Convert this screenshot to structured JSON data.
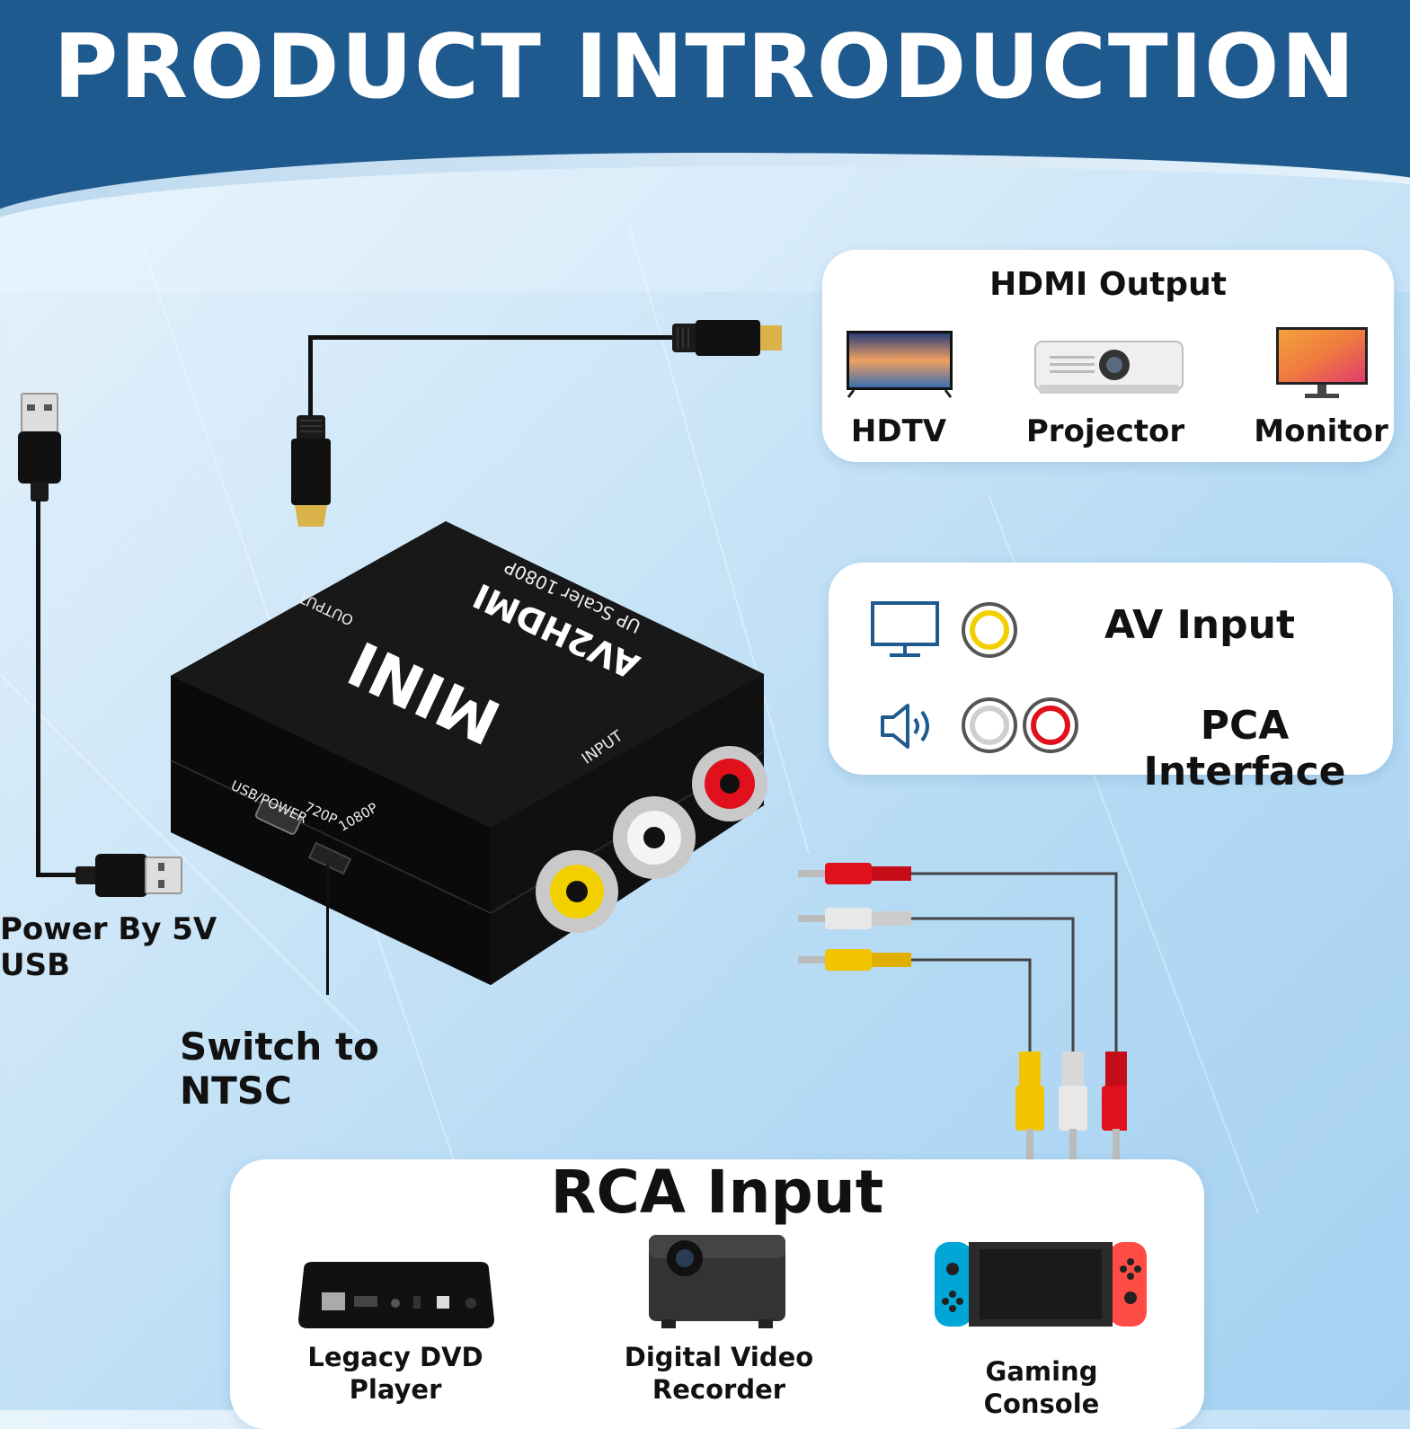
{
  "header": {
    "title": "PRODUCT INTRODUCTION"
  },
  "hdmi_output": {
    "title": "HDMI Output",
    "devices": [
      "HDTV",
      "Projector",
      "Monitor"
    ]
  },
  "av_panel": {
    "av_input_label": "AV Input",
    "audio_label": "PCA Interface"
  },
  "device": {
    "brand": "MINI",
    "model": "AV2HDMI",
    "subtitle": "UP Scaler 1080P",
    "output_label": "OUTPUT",
    "input_label": "INPUT",
    "usb_label": "USB/POWER",
    "res_720": "720P",
    "res_1080": "1080P"
  },
  "callouts": {
    "power": "Power By 5V USB",
    "switch": "Switch to NTSC"
  },
  "rca_input": {
    "title": "RCA Input",
    "devices": [
      {
        "line1": "Legacy DVD",
        "line2": "Player"
      },
      {
        "line1": "Digital Video",
        "line2": "Recorder"
      },
      {
        "line1": "Gaming Console",
        "line2": ""
      }
    ]
  },
  "colors": {
    "header_blue": "#1f5a8e",
    "rca_yellow": "#f2d000",
    "rca_white": "#d8d8d8",
    "rca_red": "#e0101c",
    "icon_blue": "#1f5a8e"
  }
}
